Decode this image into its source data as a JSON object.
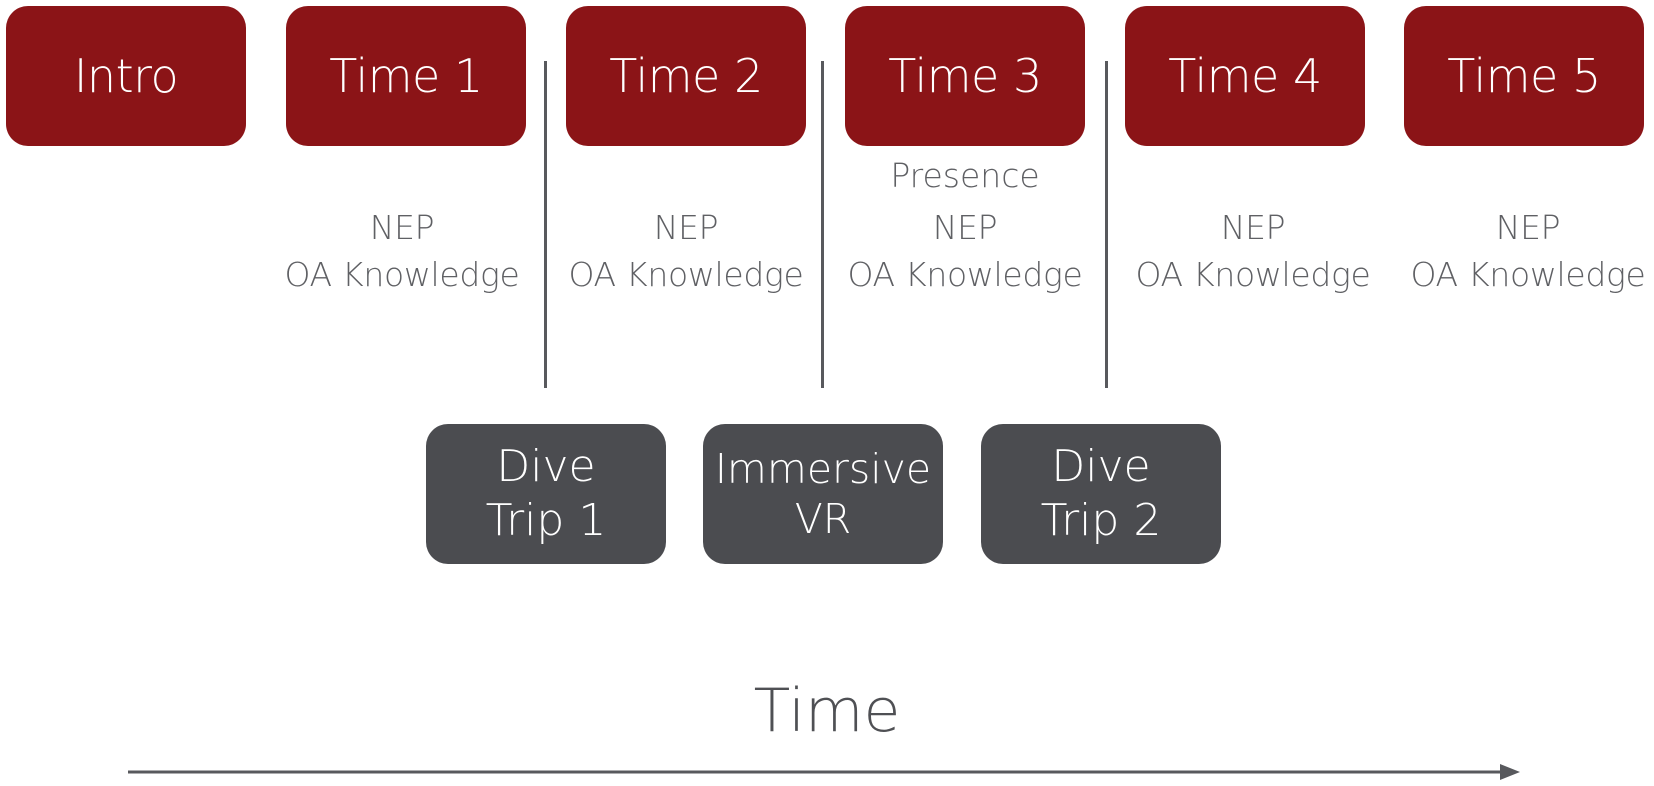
{
  "phases": [
    {
      "label": "Intro"
    },
    {
      "label": "Time 1",
      "measures": [
        "NEP",
        "OA Knowledge"
      ]
    },
    {
      "label": "Time 2",
      "measures": [
        "NEP",
        "OA Knowledge"
      ]
    },
    {
      "label": "Time 3",
      "extra": "Presence",
      "measures": [
        "NEP",
        "OA Knowledge"
      ]
    },
    {
      "label": "Time 4",
      "measures": [
        "NEP",
        "OA Knowledge"
      ]
    },
    {
      "label": "Time 5",
      "measures": [
        "NEP",
        "OA Knowledge"
      ]
    }
  ],
  "interventions": [
    {
      "lines": [
        "Dive",
        "Trip 1"
      ]
    },
    {
      "lines": [
        "Immersive",
        "VR"
      ]
    },
    {
      "lines": [
        "Dive",
        "Trip 2"
      ]
    }
  ],
  "axis": {
    "label": "Time"
  },
  "colors": {
    "phase_box": "#8b1417",
    "intervention_box": "#4b4c50",
    "text_gray": "#5f6064",
    "line_gray": "#58595d"
  }
}
